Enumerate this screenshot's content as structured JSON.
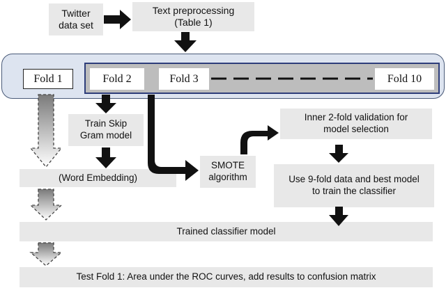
{
  "top": {
    "twitter": "Twitter\ndata set",
    "preprocess": "Text preprocessing\n(Table 1)"
  },
  "folds": {
    "fold1": "Fold 1",
    "fold2": "Fold 2",
    "fold3": "Fold 3",
    "fold10": "Fold 10"
  },
  "steps": {
    "train_skip_gram": "Train Skip\nGram model",
    "word_embedding": "(Word Embedding)",
    "smote": "SMOTE\nalgorithm",
    "inner_validation": "Inner 2-fold  validation for\nmodel selection",
    "train_classifier": "Use 9-fold data and best model\nto train the classifier",
    "trained_model": "Trained classifier model",
    "test_fold": "Test Fold 1: Area under the ROC curves, add results to confusion matrix"
  },
  "colors": {
    "box_fill": "#e8e8e8",
    "panel_fill": "#dde4f0",
    "panel_border": "#4a5a78",
    "inner_panel": "#bdbdbd",
    "inner_border": "#2d3d7a",
    "arrow": "#111111"
  }
}
